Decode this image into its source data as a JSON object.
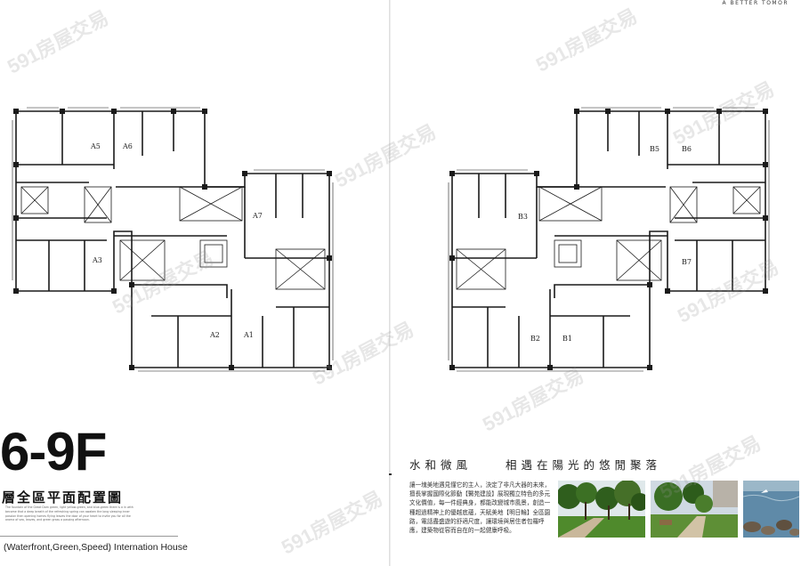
{
  "brand_tag": "A BETTER TOMOR",
  "left_plan": {
    "unit_labels": [
      "A5",
      "A6",
      "A7",
      "A3",
      "A2",
      "A1"
    ]
  },
  "right_plan": {
    "unit_labels": [
      "B5",
      "B6",
      "B3",
      "B7",
      "B2",
      "B1"
    ]
  },
  "floor_label": "6-9F",
  "floor_subtitle": "層全區平面配置圖",
  "intro_paragraph": "The fountain of the Great Dam green, light yellow-green, and blue-green there is a in with become that a deep breath of the refreshing spring can awaken the long sleeping inner passion then opening homes flying leaves the door of your heart to invite you for all the aroma of sea, leaves, and green grass a passing afternoon.",
  "tagline": "(Waterfront,Green,Speed) Internation House",
  "headline_left": "水和微風",
  "headline_right": "相遇在陽光的悠閒聚落",
  "body_text": "讓一塊美地遇見懂它的主人，決定了非凡大器的未來，擅長掌握國際化節動【醫苑建設】展現獨立特色的多元文化價值，每一件經典身，都能改變城市風景，創造一種超過精神上的優越底蘊，天賦美地【明日輪】全區園路，電話盡盛遊的舒適尺度，讓環境與居住者包羅呼應，建築物從容而自在的一起健康呼吸。",
  "photos": [
    "park-photo",
    "garden-photo",
    "waterfront-photo"
  ],
  "watermark_text": "591房屋交易",
  "colors": {
    "wall": "#1a1a1a",
    "paper": "#ffffff"
  }
}
